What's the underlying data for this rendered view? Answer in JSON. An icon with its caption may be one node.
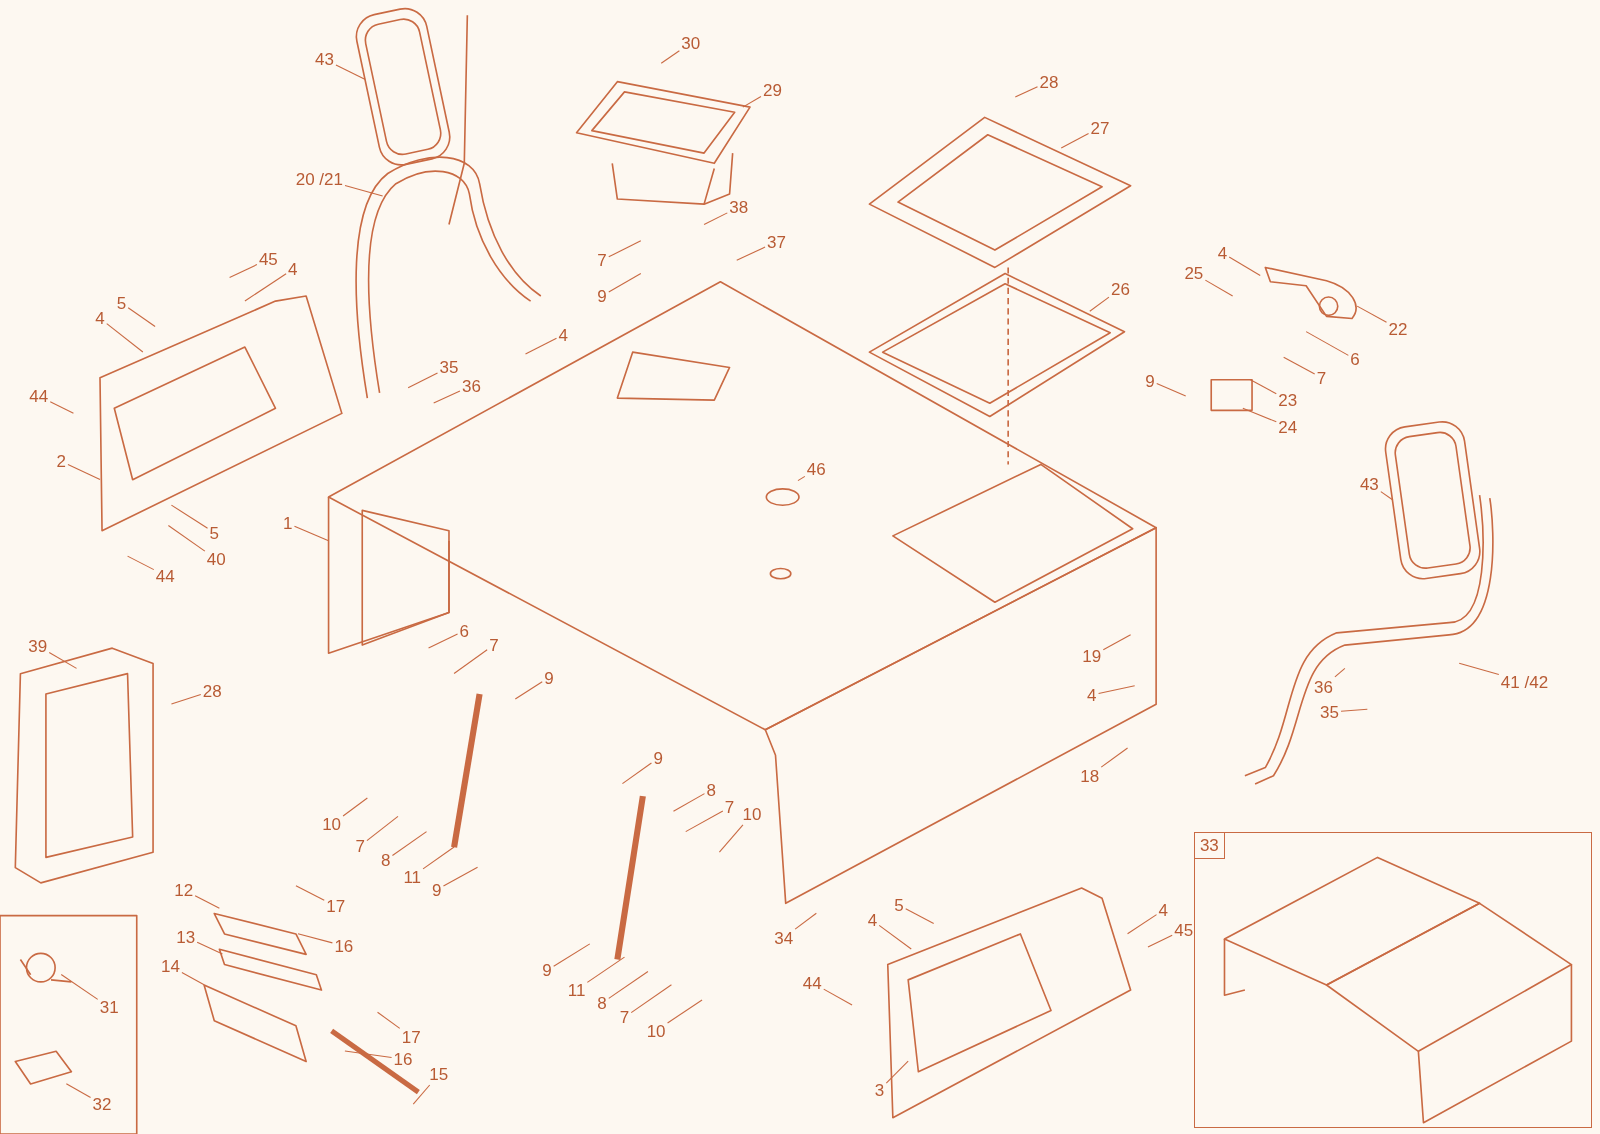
{
  "diagram": {
    "nodes": [
      {
        "text": [
          "43"
        ]
      },
      {
        "text": [
          "20 /21"
        ]
      },
      {
        "text": [
          "30"
        ]
      },
      {
        "text": [
          "29"
        ]
      },
      {
        "text": [
          "28"
        ]
      },
      {
        "text": [
          "27"
        ]
      },
      {
        "text": [
          "38"
        ]
      },
      {
        "text": [
          "7"
        ]
      },
      {
        "text": [
          "37"
        ]
      },
      {
        "text": [
          "9"
        ]
      },
      {
        "text": [
          "45"
        ]
      },
      {
        "text": [
          "4"
        ]
      },
      {
        "text": [
          "5"
        ]
      },
      {
        "text": [
          "4"
        ]
      },
      {
        "text": [
          "4"
        ]
      },
      {
        "text": [
          "26"
        ]
      },
      {
        "text": [
          "4"
        ]
      },
      {
        "text": [
          "25"
        ]
      },
      {
        "text": [
          "22"
        ]
      },
      {
        "text": [
          "6"
        ]
      },
      {
        "text": [
          "7"
        ]
      },
      {
        "text": [
          "9"
        ]
      },
      {
        "text": [
          "23"
        ]
      },
      {
        "text": [
          "24"
        ]
      },
      {
        "text": [
          "44"
        ]
      },
      {
        "text": [
          "35"
        ]
      },
      {
        "text": [
          "36"
        ]
      },
      {
        "text": [
          "2"
        ]
      },
      {
        "text": [
          "46"
        ]
      },
      {
        "text": [
          "43"
        ]
      },
      {
        "text": [
          "1"
        ]
      },
      {
        "text": [
          "5"
        ]
      },
      {
        "text": [
          "40"
        ]
      },
      {
        "text": [
          "44"
        ]
      },
      {
        "text": [
          "39"
        ]
      },
      {
        "text": [
          "6"
        ]
      },
      {
        "text": [
          "7"
        ]
      },
      {
        "text": [
          "9"
        ]
      },
      {
        "text": [
          "28"
        ]
      },
      {
        "text": [
          "19"
        ]
      },
      {
        "text": [
          "4"
        ]
      },
      {
        "text": [
          "41 /42"
        ]
      },
      {
        "text": [
          "36"
        ]
      },
      {
        "text": [
          "35"
        ]
      },
      {
        "text": [
          "18"
        ]
      },
      {
        "text": [
          "9"
        ]
      },
      {
        "text": [
          "8"
        ]
      },
      {
        "text": [
          "7"
        ]
      },
      {
        "text": [
          "10"
        ]
      },
      {
        "text": [
          "10"
        ]
      },
      {
        "text": [
          "7"
        ]
      },
      {
        "text": [
          "8"
        ]
      },
      {
        "text": [
          "11"
        ]
      },
      {
        "text": [
          "9"
        ]
      },
      {
        "text": [
          "12"
        ]
      },
      {
        "text": [
          "17"
        ]
      },
      {
        "text": [
          "16"
        ]
      },
      {
        "text": [
          "13"
        ]
      },
      {
        "text": [
          "14"
        ]
      },
      {
        "text": [
          "31"
        ]
      },
      {
        "text": [
          "17"
        ]
      },
      {
        "text": [
          "16"
        ]
      },
      {
        "text": [
          "15"
        ]
      },
      {
        "text": [
          "32"
        ]
      },
      {
        "text": [
          "9"
        ]
      },
      {
        "text": [
          "11"
        ]
      },
      {
        "text": [
          "8"
        ]
      },
      {
        "text": [
          "7"
        ]
      },
      {
        "text": [
          "10"
        ]
      },
      {
        "text": [
          "34"
        ]
      },
      {
        "text": [
          "5"
        ]
      },
      {
        "text": [
          "4"
        ]
      },
      {
        "text": [
          "4"
        ]
      },
      {
        "text": [
          "45"
        ]
      },
      {
        "text": [
          "44"
        ]
      },
      {
        "text": [
          "3"
        ]
      },
      {
        "text": [
          "33"
        ]
      }
    ],
    "edges": [
      {
        "from": 0,
        "to": null,
        "arrow": "none"
      },
      {
        "from": 1,
        "to": null,
        "arrow": "none"
      },
      {
        "from": 2,
        "to": null,
        "arrow": "none"
      },
      {
        "from": 3,
        "to": null,
        "arrow": "none"
      },
      {
        "from": 4,
        "to": null,
        "arrow": "none"
      },
      {
        "from": 5,
        "to": null,
        "arrow": "none"
      },
      {
        "from": 6,
        "to": null,
        "arrow": "none"
      },
      {
        "from": 7,
        "to": null,
        "arrow": "none"
      },
      {
        "from": 8,
        "to": null,
        "arrow": "none"
      },
      {
        "from": 9,
        "to": null,
        "arrow": "none"
      },
      {
        "from": 10,
        "to": null,
        "arrow": "none"
      },
      {
        "from": 11,
        "to": null,
        "arrow": "none"
      },
      {
        "from": 12,
        "to": null,
        "arrow": "none"
      },
      {
        "from": 13,
        "to": null,
        "arrow": "none"
      },
      {
        "from": 14,
        "to": null,
        "arrow": "none"
      },
      {
        "from": 15,
        "to": null,
        "arrow": "none"
      },
      {
        "from": 16,
        "to": null,
        "arrow": "none"
      },
      {
        "from": 17,
        "to": null,
        "arrow": "none"
      },
      {
        "from": 18,
        "to": null,
        "arrow": "none"
      },
      {
        "from": 19,
        "to": null,
        "arrow": "none"
      },
      {
        "from": 20,
        "to": null,
        "arrow": "none"
      },
      {
        "from": 21,
        "to": null,
        "arrow": "none"
      },
      {
        "from": 22,
        "to": null,
        "arrow": "none"
      },
      {
        "from": 23,
        "to": null,
        "arrow": "none"
      },
      {
        "from": 24,
        "to": null,
        "arrow": "none"
      },
      {
        "from": 25,
        "to": null,
        "arrow": "none"
      },
      {
        "from": 26,
        "to": null,
        "arrow": "none"
      },
      {
        "from": 27,
        "to": null,
        "arrow": "none"
      },
      {
        "from": 28,
        "to": null,
        "arrow": "none"
      },
      {
        "from": 29,
        "to": null,
        "arrow": "none"
      },
      {
        "from": 30,
        "to": null,
        "arrow": "none"
      },
      {
        "from": 31,
        "to": null,
        "arrow": "none"
      },
      {
        "from": 32,
        "to": null,
        "arrow": "none"
      },
      {
        "from": 33,
        "to": null,
        "arrow": "none"
      },
      {
        "from": 34,
        "to": null,
        "arrow": "none"
      },
      {
        "from": 35,
        "to": null,
        "arrow": "none"
      },
      {
        "from": 36,
        "to": null,
        "arrow": "none"
      },
      {
        "from": 37,
        "to": null,
        "arrow": "none"
      },
      {
        "from": 38,
        "to": null,
        "arrow": "none"
      },
      {
        "from": 39,
        "to": null,
        "arrow": "none"
      },
      {
        "from": 40,
        "to": null,
        "arrow": "none"
      },
      {
        "from": 41,
        "to": null,
        "arrow": "none"
      },
      {
        "from": 42,
        "to": null,
        "arrow": "none"
      },
      {
        "from": 43,
        "to": null,
        "arrow": "none"
      },
      {
        "from": 44,
        "to": null,
        "arrow": "none"
      },
      {
        "from": 45,
        "to": null,
        "arrow": "none"
      },
      {
        "from": 46,
        "to": null,
        "arrow": "none"
      },
      {
        "from": 47,
        "to": null,
        "arrow": "none"
      },
      {
        "from": 48,
        "to": null,
        "arrow": "none"
      },
      {
        "from": 49,
        "to": null,
        "arrow": "none"
      },
      {
        "from": 50,
        "to": null,
        "arrow": "none"
      },
      {
        "from": 51,
        "to": null,
        "arrow": "none"
      },
      {
        "from": 52,
        "to": null,
        "arrow": "none"
      },
      {
        "from": 53,
        "to": null,
        "arrow": "none"
      },
      {
        "from": 54,
        "to": null,
        "arrow": "none"
      },
      {
        "from": 55,
        "to": null,
        "arrow": "none"
      },
      {
        "from": 56,
        "to": null,
        "arrow": "none"
      },
      {
        "from": 57,
        "to": null,
        "arrow": "none"
      },
      {
        "from": 58,
        "to": null,
        "arrow": "none"
      },
      {
        "from": 59,
        "to": null,
        "arrow": "none"
      },
      {
        "from": 60,
        "to": null,
        "arrow": "none"
      },
      {
        "from": 61,
        "to": null,
        "arrow": "none"
      },
      {
        "from": 62,
        "to": null,
        "arrow": "none"
      },
      {
        "from": 63,
        "to": null,
        "arrow": "none"
      },
      {
        "from": 64,
        "to": null,
        "arrow": "none"
      },
      {
        "from": 65,
        "to": null,
        "arrow": "none"
      },
      {
        "from": 66,
        "to": null,
        "arrow": "none"
      },
      {
        "from": 67,
        "to": null,
        "arrow": "none"
      },
      {
        "from": 68,
        "to": null,
        "arrow": "none"
      },
      {
        "from": 69,
        "to": null,
        "arrow": "none"
      },
      {
        "from": 70,
        "to": null,
        "arrow": "none"
      },
      {
        "from": 71,
        "to": null,
        "arrow": "none"
      },
      {
        "from": 72,
        "to": null,
        "arrow": "none"
      },
      {
        "from": 73,
        "to": null,
        "arrow": "none"
      },
      {
        "from": 74,
        "to": null,
        "arrow": "none"
      },
      {
        "from": 75,
        "to": null,
        "arrow": "none"
      }
    ]
  }
}
